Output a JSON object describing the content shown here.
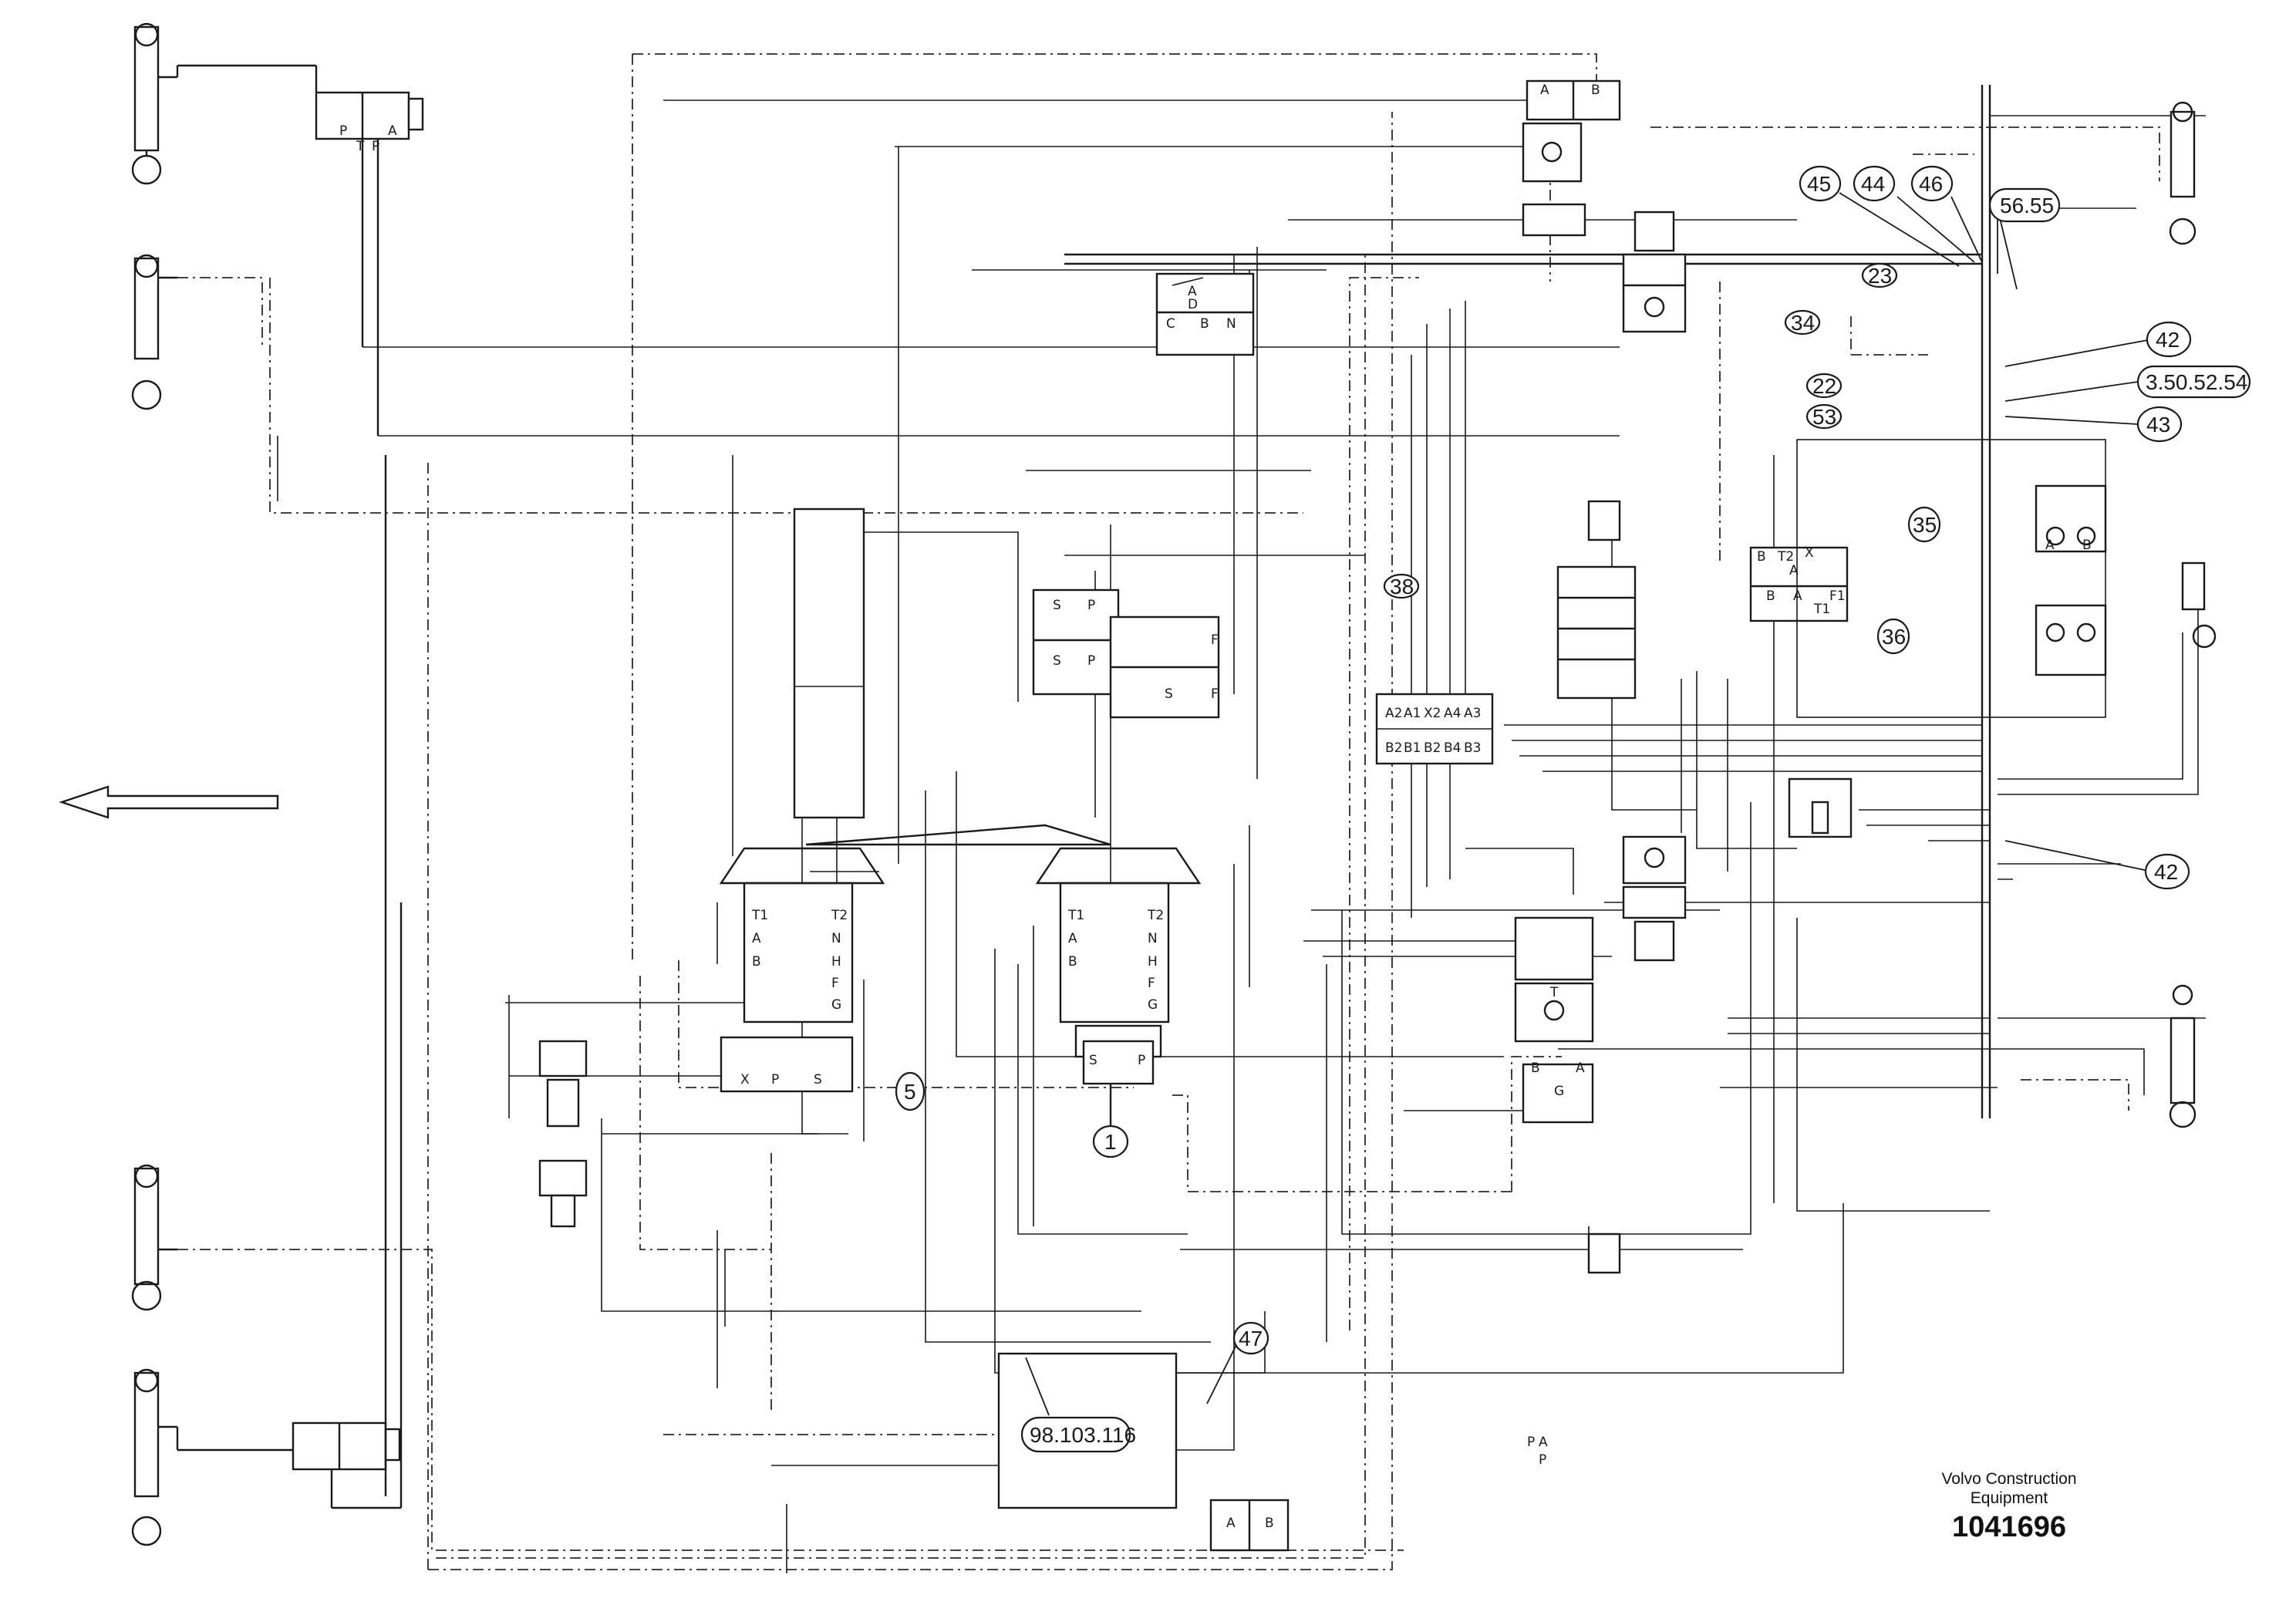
{
  "callouts": [
    {
      "id": "c1",
      "label": "45"
    },
    {
      "id": "c2",
      "label": "44"
    },
    {
      "id": "c3",
      "label": "46"
    },
    {
      "id": "c4",
      "label": "56.55"
    },
    {
      "id": "c5",
      "label": "42"
    },
    {
      "id": "c6",
      "label": "3.50.52.54"
    },
    {
      "id": "c7",
      "label": "43"
    },
    {
      "id": "c8",
      "label": "23"
    },
    {
      "id": "c9",
      "label": "34"
    },
    {
      "id": "c10",
      "label": "22"
    },
    {
      "id": "c11",
      "label": "53"
    },
    {
      "id": "c12",
      "label": "35"
    },
    {
      "id": "c13",
      "label": "36"
    },
    {
      "id": "c14",
      "label": "38"
    },
    {
      "id": "c15",
      "label": "42"
    },
    {
      "id": "c16",
      "label": "5"
    },
    {
      "id": "c17",
      "label": "1"
    },
    {
      "id": "c18",
      "label": "47"
    },
    {
      "id": "c19",
      "label": "98.103.116"
    }
  ],
  "ports": [
    {
      "id": "p1",
      "label": "A"
    },
    {
      "id": "p2",
      "label": "B"
    },
    {
      "id": "p3",
      "label": "P"
    },
    {
      "id": "p4",
      "label": "T"
    },
    {
      "id": "p5",
      "label": "P"
    },
    {
      "id": "p6",
      "label": "A"
    },
    {
      "id": "p7",
      "label": "A"
    },
    {
      "id": "p8",
      "label": "D"
    },
    {
      "id": "p9",
      "label": "C"
    },
    {
      "id": "p10",
      "label": "B"
    },
    {
      "id": "p11",
      "label": "N"
    },
    {
      "id": "p12",
      "label": "S"
    },
    {
      "id": "p13",
      "label": "P"
    },
    {
      "id": "p14",
      "label": "S"
    },
    {
      "id": "p15",
      "label": "P"
    },
    {
      "id": "p16",
      "label": "F"
    },
    {
      "id": "p17",
      "label": "S"
    },
    {
      "id": "p18",
      "label": "F"
    },
    {
      "id": "p19",
      "label": "T1"
    },
    {
      "id": "p20",
      "label": "A"
    },
    {
      "id": "p21",
      "label": "B"
    },
    {
      "id": "p22",
      "label": "T2"
    },
    {
      "id": "p23",
      "label": "N"
    },
    {
      "id": "p24",
      "label": "H"
    },
    {
      "id": "p25",
      "label": "F"
    },
    {
      "id": "p26",
      "label": "G"
    },
    {
      "id": "p27",
      "label": "T1"
    },
    {
      "id": "p28",
      "label": "A"
    },
    {
      "id": "p29",
      "label": "B"
    },
    {
      "id": "p30",
      "label": "T2"
    },
    {
      "id": "p31",
      "label": "N"
    },
    {
      "id": "p32",
      "label": "H"
    },
    {
      "id": "p33",
      "label": "F"
    },
    {
      "id": "p34",
      "label": "G"
    },
    {
      "id": "p35",
      "label": "X"
    },
    {
      "id": "p36",
      "label": "P"
    },
    {
      "id": "p37",
      "label": "S"
    },
    {
      "id": "p38",
      "label": "S"
    },
    {
      "id": "p39",
      "label": "P"
    },
    {
      "id": "p40",
      "label": "A2"
    },
    {
      "id": "p41",
      "label": "A1"
    },
    {
      "id": "p42",
      "label": "X2"
    },
    {
      "id": "p43",
      "label": "A4"
    },
    {
      "id": "p44",
      "label": "A3"
    },
    {
      "id": "p45",
      "label": "B2"
    },
    {
      "id": "p46",
      "label": "B1"
    },
    {
      "id": "p47",
      "label": "B2"
    },
    {
      "id": "p48",
      "label": "B4"
    },
    {
      "id": "p49",
      "label": "B3"
    },
    {
      "id": "p50",
      "label": "B"
    },
    {
      "id": "p51",
      "label": "T2"
    },
    {
      "id": "p52",
      "label": "X"
    },
    {
      "id": "p53",
      "label": "A"
    },
    {
      "id": "p54",
      "label": "B"
    },
    {
      "id": "p55",
      "label": "A"
    },
    {
      "id": "p56",
      "label": "T1"
    },
    {
      "id": "p57",
      "label": "F1"
    },
    {
      "id": "p58",
      "label": "A"
    },
    {
      "id": "p59",
      "label": "B"
    },
    {
      "id": "p60",
      "label": "B"
    },
    {
      "id": "p61",
      "label": "A"
    },
    {
      "id": "p62",
      "label": "G"
    },
    {
      "id": "p63",
      "label": "T"
    },
    {
      "id": "p64",
      "label": "P"
    },
    {
      "id": "p65",
      "label": "A"
    },
    {
      "id": "p66",
      "label": "P"
    },
    {
      "id": "p67",
      "label": "A"
    },
    {
      "id": "p68",
      "label": "B"
    }
  ],
  "brand": {
    "line1": "Volvo Construction",
    "line2": "Equipment",
    "doc_number": "1041696"
  }
}
